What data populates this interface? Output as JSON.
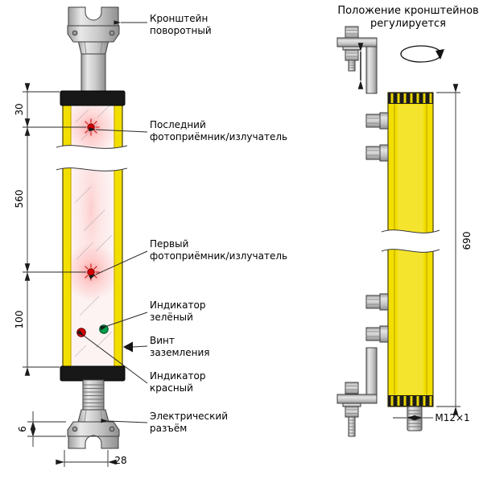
{
  "note_top_right": "Положение кронштейнов\nрегулируется",
  "callouts": {
    "swivel_bracket": "Кронштейн\nповоротный",
    "last_photoreceiver": "Последний\nфотоприёмник/излучатель",
    "first_photoreceiver": "Первый\nфотоприёмник/излучатель",
    "green_indicator": "Индикатор\nзелёный",
    "ground_screw": "Винт\nзаземления",
    "red_indicator": "Индикатор\nкрасный",
    "electrical_connector": "Электрический\nразъём"
  },
  "dimensions": {
    "top_offset": "30",
    "detection_height": "560",
    "bottom_offset": "100",
    "bracket_plate": "6",
    "body_width": "28",
    "total_height": "690",
    "connector_thread": "M12×1"
  },
  "colors": {
    "body_yellow": "#f2df00",
    "cap_black": "#181818",
    "led_red": "#d40000",
    "led_green": "#00a04a",
    "metal_gray": "#c9c9c9"
  }
}
